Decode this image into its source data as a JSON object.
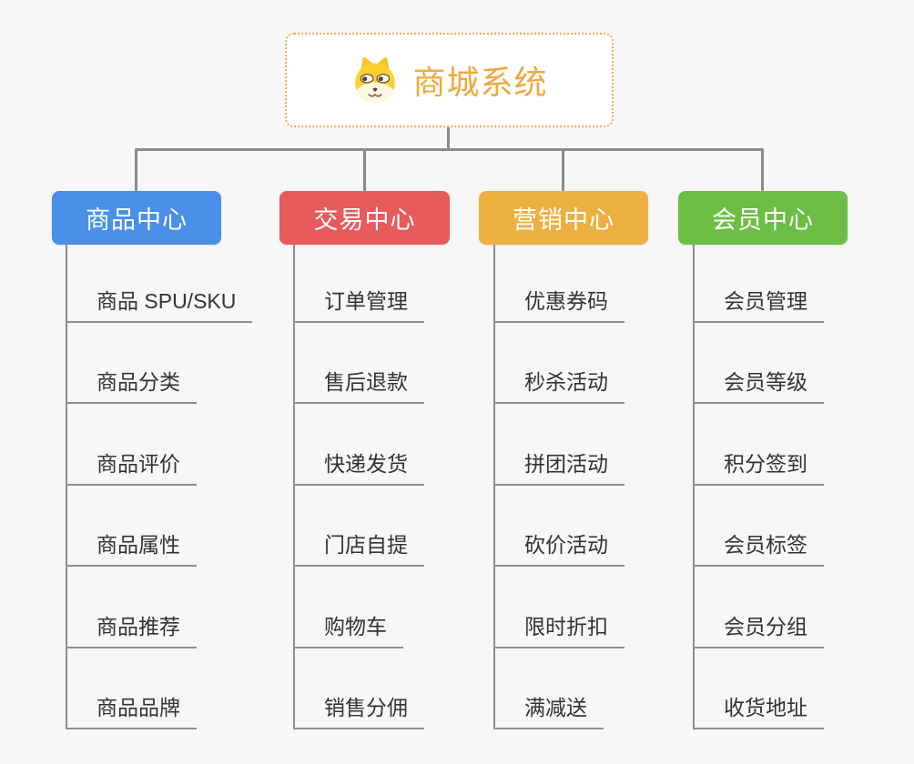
{
  "app": {
    "background_color": "#F7F7F7",
    "connector_color": "#8A8A8A",
    "leaf_text_color": "#333333"
  },
  "root": {
    "title": "商城系统",
    "icon": "dog-face-icon",
    "title_color": "#F0A83C",
    "border_color": "#EBAC55"
  },
  "branches": [
    {
      "label": "商品中心",
      "color": "#4A8FE8",
      "children": [
        "商品 SPU/SKU",
        "商品分类",
        "商品评价",
        "商品属性",
        "商品推荐",
        "商品品牌"
      ]
    },
    {
      "label": "交易中心",
      "color": "#E75B5C",
      "children": [
        "订单管理",
        "售后退款",
        "快递发货",
        "门店自提",
        "购物车",
        "销售分佣"
      ]
    },
    {
      "label": "营销中心",
      "color": "#EFB042",
      "children": [
        "优惠券码",
        "秒杀活动",
        "拼团活动",
        "砍价活动",
        "限时折扣",
        "满减送"
      ]
    },
    {
      "label": "会员中心",
      "color": "#6DBE45",
      "children": [
        "会员管理",
        "会员等级",
        "积分签到",
        "会员标签",
        "会员分组",
        "收货地址"
      ]
    }
  ]
}
